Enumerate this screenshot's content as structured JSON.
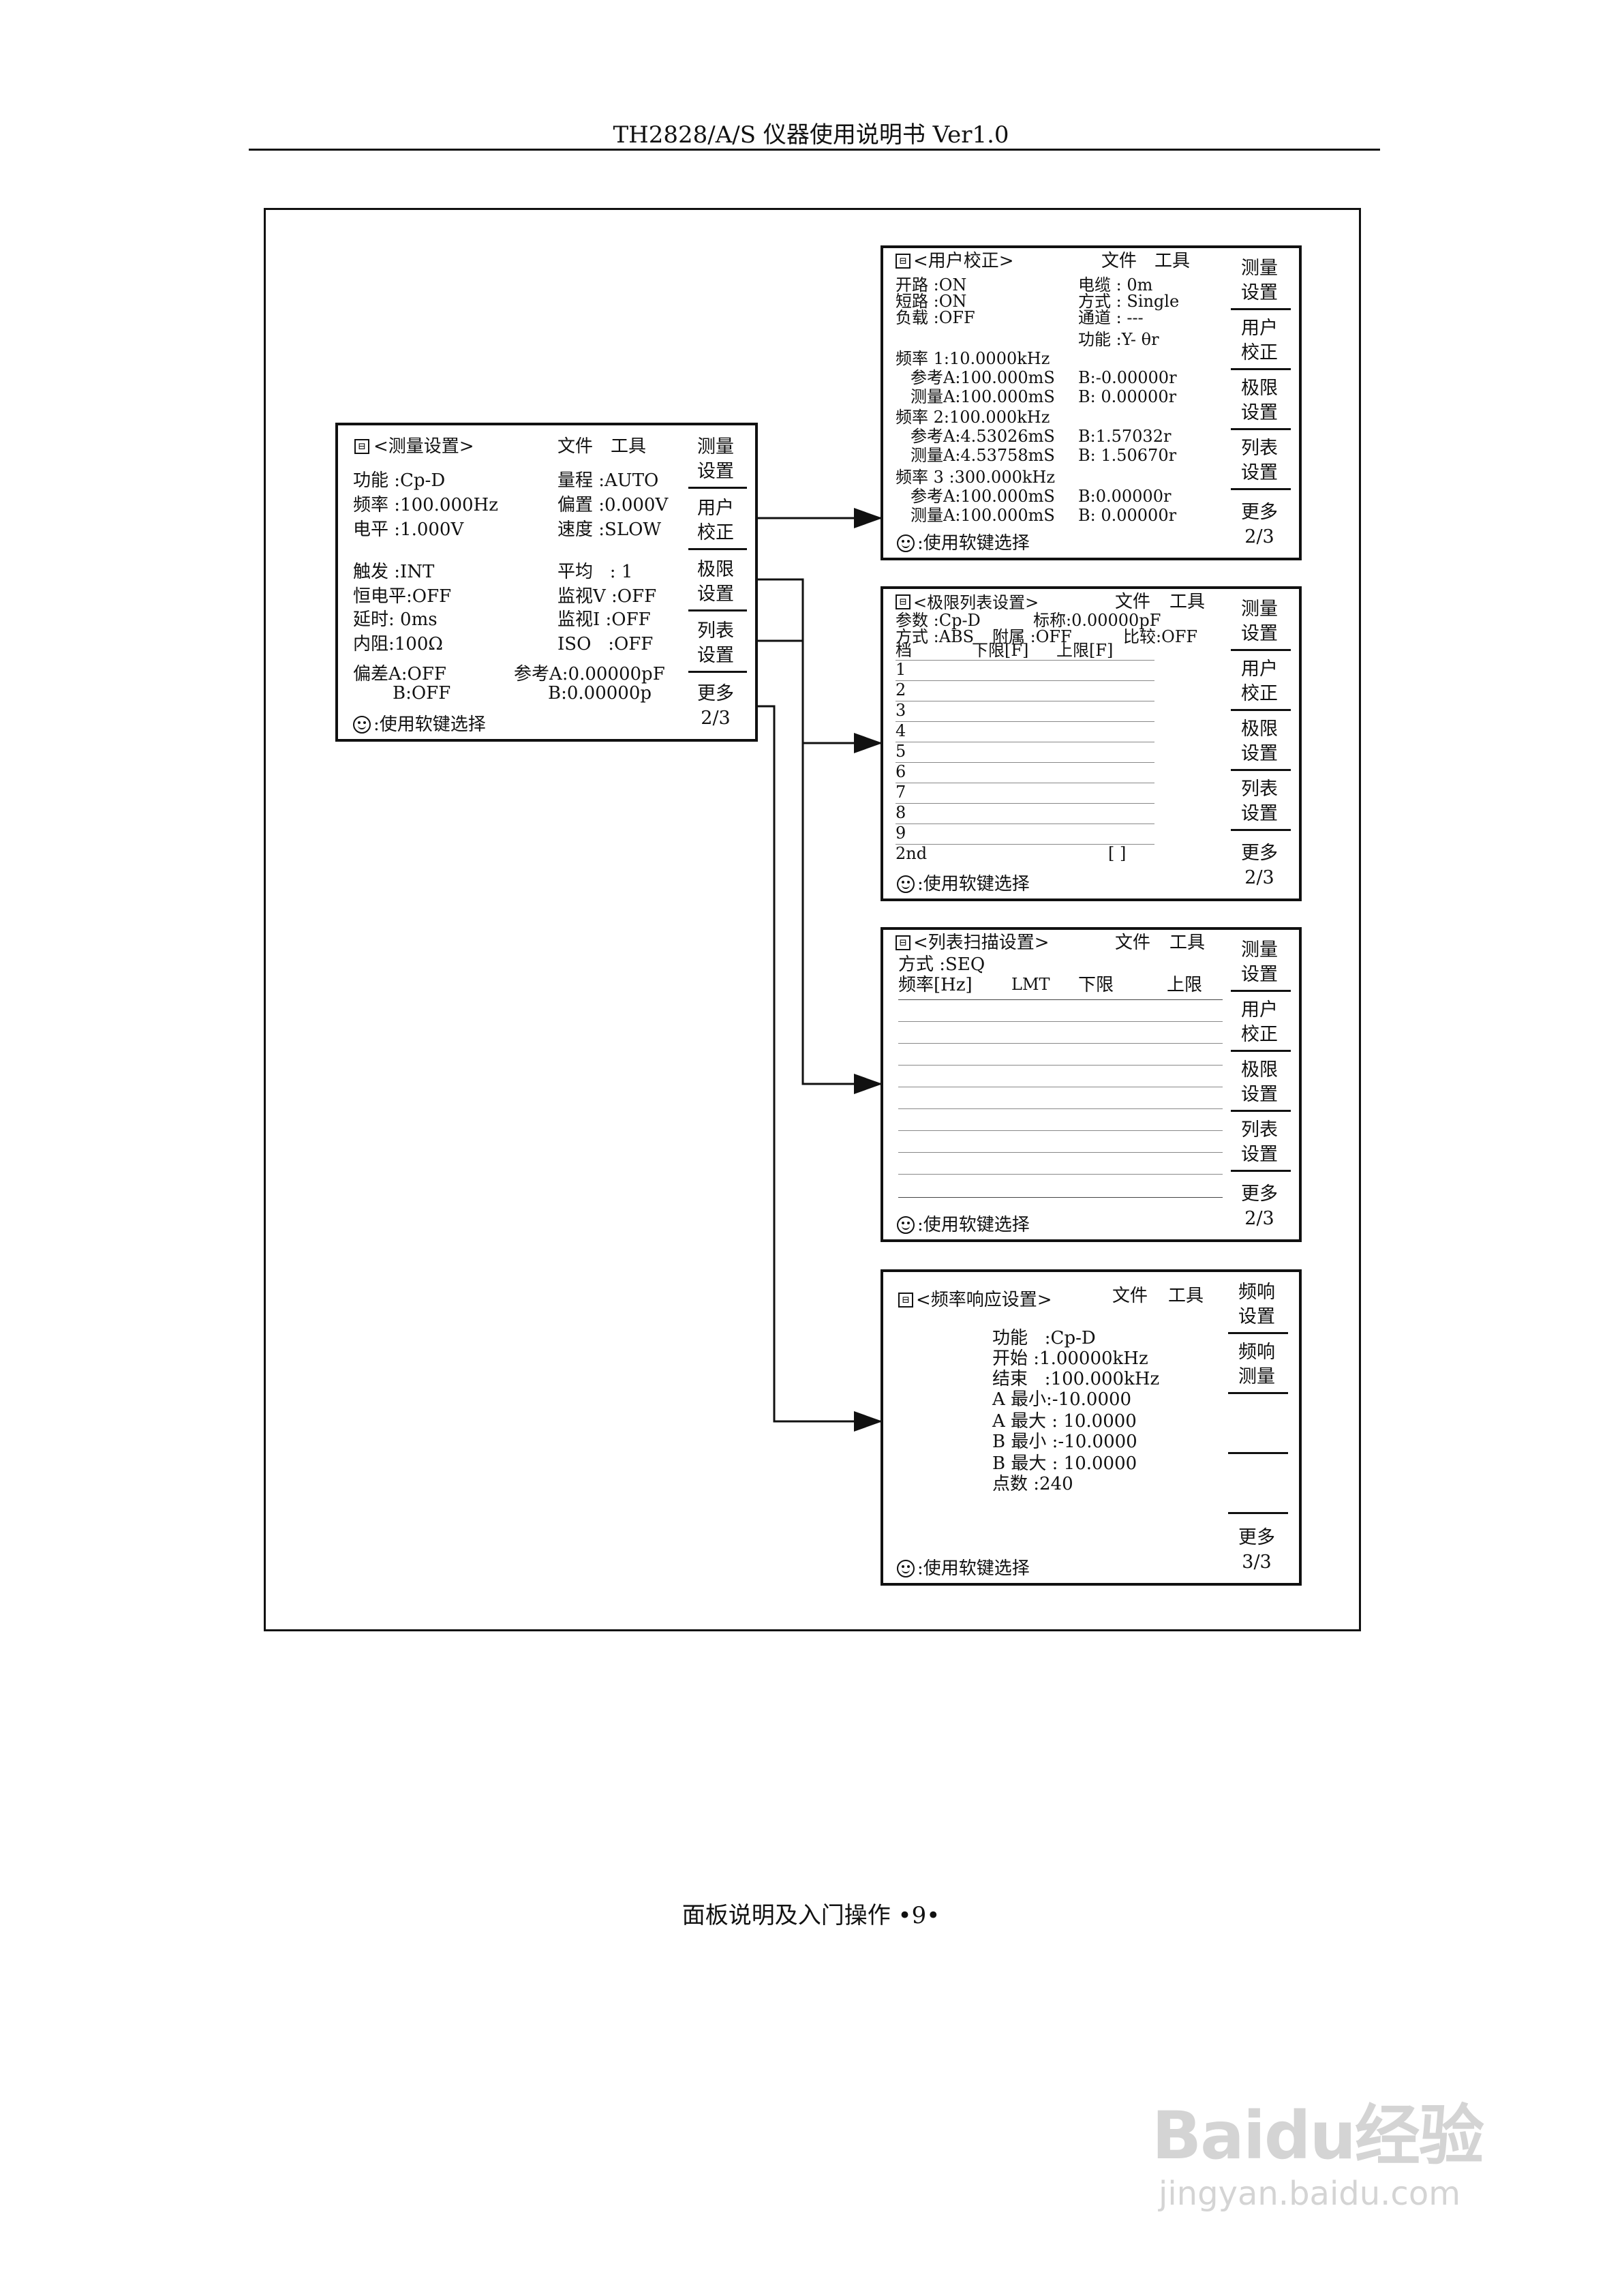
{
  "header": "TH2828/A/S 仪器使用说明书 Ver1.0",
  "footer": "面板说明及入门操作 •9•",
  "watermark": {
    "brand": "Baidu经验",
    "url": "jingyan.baidu.com"
  },
  "softkeys_common": {
    "help": ":使用软键选择"
  },
  "main": {
    "title": "<测量设置>",
    "menu_file": "文件",
    "menu_tools": "工具",
    "lines": [
      "功能 :Cp-D",
      "量程 :AUTO",
      "频率 :100.000Hz",
      "偏置 :0.000V",
      "电平 :1.000V",
      "速度 :SLOW",
      "触发 :INT",
      "平均   : 1",
      "恒电平:OFF",
      "监视V :OFF",
      "延时: 0ms",
      "监视I :OFF",
      "内阻:100Ω",
      "ISO   :OFF",
      "偏差A:OFF",
      "参考A:0.00000pF",
      "B:OFF",
      "B:0.00000p"
    ],
    "softkeys": [
      "测量\n设置",
      "用户\n校正",
      "极限\n设置",
      "列表\n设置",
      "更多\n2/3"
    ]
  },
  "user_cal": {
    "title": "<用户校正>",
    "menu_file": "文件",
    "menu_tools": "工具",
    "lines": [
      "开路 :ON",
      "电缆 : 0m",
      "短路 :ON",
      "方式 : Single",
      "负载 :OFF",
      "通道 : ---",
      "功能 :Y- θr",
      "频率 1:10.0000kHz",
      "参考A:100.000mS",
      "B:-0.00000r",
      "测量A:100.000mS",
      "B: 0.00000r",
      "频率 2:100.000kHz",
      "参考A:4.53026mS",
      "B:1.57032r",
      "测量A:4.53758mS",
      "B: 1.50670r",
      "频率 3 :300.000kHz",
      "参考A:100.000mS",
      "B:0.00000r",
      "测量A:100.000mS",
      "B: 0.00000r"
    ],
    "softkeys": [
      "测量\n设置",
      "用户\n校正",
      "极限\n设置",
      "列表\n设置",
      "更多\n2/3"
    ]
  },
  "limit": {
    "title": "<极限列表设置>",
    "menu_file": "文件",
    "menu_tools": "工具",
    "lines": [
      "参数 :Cp-D",
      "标称:0.00000pF",
      "方式 :ABS",
      "附属 :OFF",
      "比较:OFF",
      "档",
      "下限[F]",
      "上限[F]"
    ],
    "rows": [
      "1",
      "2",
      "3",
      "4",
      "5",
      "6",
      "7",
      "8",
      "9",
      "2nd"
    ],
    "bracket": "[ ]",
    "softkeys": [
      "测量\n设置",
      "用户\n校正",
      "极限\n设置",
      "列表\n设置",
      "更多\n2/3"
    ]
  },
  "list_sweep": {
    "title": "<列表扫描设置>",
    "menu_file": "文件",
    "menu_tools": "工具",
    "mode": "方式 :SEQ",
    "columns": [
      "频率[Hz]",
      "LMT",
      "下限",
      "上限"
    ],
    "softkeys": [
      "测量\n设置",
      "用户\n校正",
      "极限\n设置",
      "列表\n设置",
      "更多\n2/3"
    ]
  },
  "freq_resp": {
    "title": "<频率响应设置>",
    "menu_file": "文件",
    "menu_tools": "工具",
    "lines": [
      "功能   :Cp-D",
      "开始 :1.00000kHz",
      "结束   :100.000kHz",
      "A 最小:-10.0000",
      "A 最大 : 10.0000",
      "B 最小 :-10.0000",
      "B 最大 : 10.0000",
      "点数 :240"
    ],
    "softkeys": [
      "频响\n设置",
      "频响\n测量",
      "更多\n3/3"
    ]
  }
}
